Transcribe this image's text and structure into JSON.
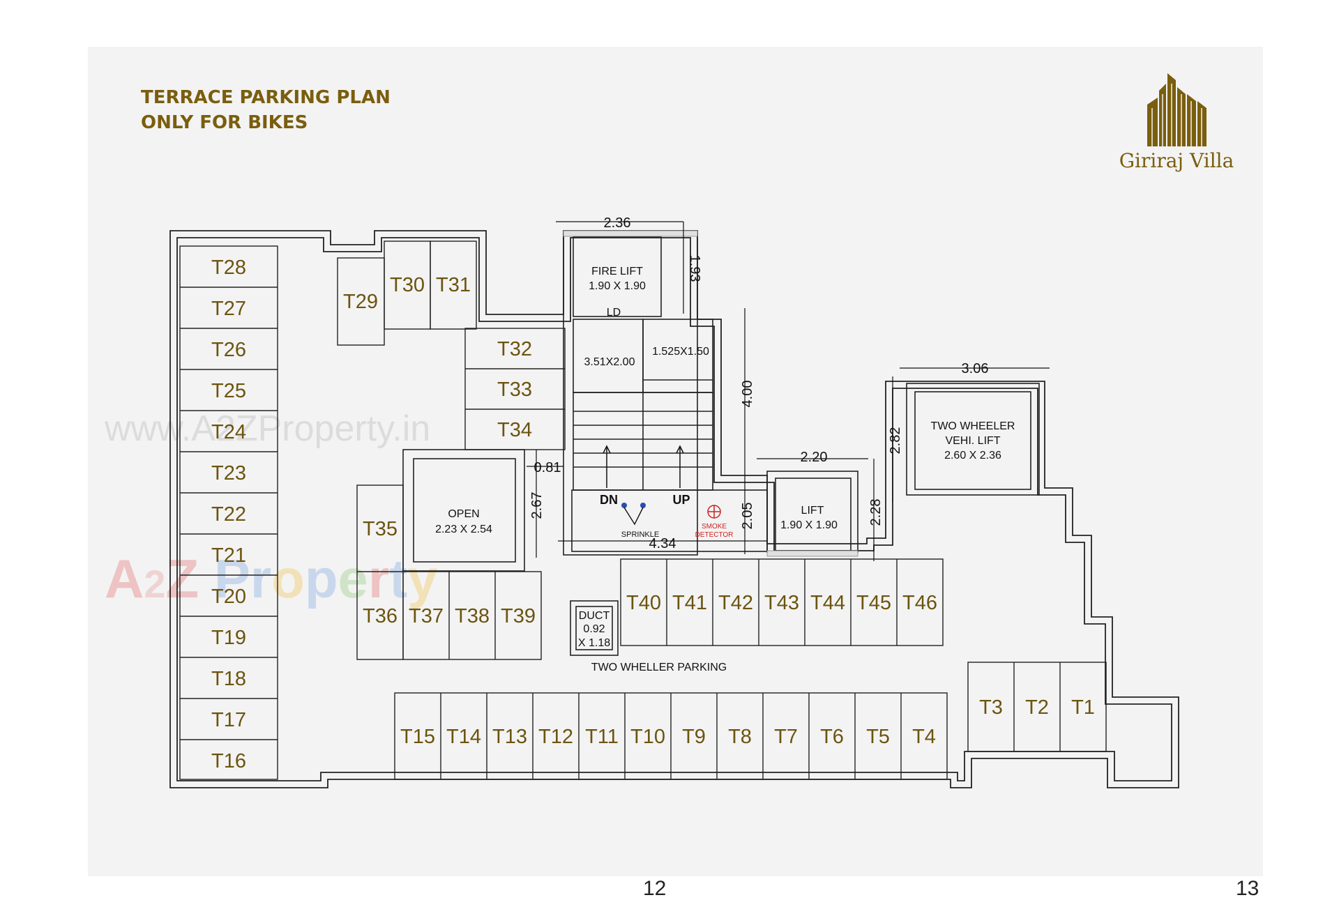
{
  "title": {
    "line1": "TERRACE PARKING PLAN",
    "line2": "ONLY FOR BIKES"
  },
  "brand": {
    "name": "Giriraj Villa",
    "color": "#7a5e0e"
  },
  "watermark": {
    "url": "www.A2ZProperty.in",
    "brand": "A2Z Property"
  },
  "pages": {
    "left": "12",
    "right": "13"
  },
  "slots": {
    "T1": "T1",
    "T2": "T2",
    "T3": "T3",
    "T4": "T4",
    "T5": "T5",
    "T6": "T6",
    "T7": "T7",
    "T8": "T8",
    "T9": "T9",
    "T10": "T10",
    "T11": "T11",
    "T12": "T12",
    "T13": "T13",
    "T14": "T14",
    "T15": "T15",
    "T16": "T16",
    "T17": "T17",
    "T18": "T18",
    "T19": "T19",
    "T20": "T20",
    "T21": "T21",
    "T22": "T22",
    "T23": "T23",
    "T24": "T24",
    "T25": "T25",
    "T26": "T26",
    "T27": "T27",
    "T28": "T28",
    "T29": "T29",
    "T30": "T30",
    "T31": "T31",
    "T32": "T32",
    "T33": "T33",
    "T34": "T34",
    "T35": "T35",
    "T36": "T36",
    "T37": "T37",
    "T38": "T38",
    "T39": "T39",
    "T40": "T40",
    "T41": "T41",
    "T42": "T42",
    "T43": "T43",
    "T44": "T44",
    "T45": "T45",
    "T46": "T46"
  },
  "rooms": {
    "fire_lift": {
      "name": "FIRE LIFT",
      "size": "1.90 X 1.90"
    },
    "ld": "LD",
    "stair_landing": "3.51X2.00",
    "stair_small": "1.525X1.50",
    "open": {
      "name": "OPEN",
      "size": "2.23 X 2.54"
    },
    "lift": {
      "name": "LIFT",
      "size": "1.90 X 1.90"
    },
    "two_wheeler_lift": {
      "line1": "TWO WHEELER",
      "line2": "VEHI. LIFT",
      "size": "2.60 X 2.36"
    },
    "duct": {
      "name": "DUCT",
      "w": "0.92",
      "h": "X 1.18"
    },
    "parking_label": "TWO WHELLER PARKING",
    "dn": "DN",
    "up": "UP",
    "sprinkle": "SPRINKLE",
    "smoke1": "SMOKE",
    "smoke2": "DETECTOR"
  },
  "dimensions": {
    "fire_lift_width": "2.36",
    "fire_lift_depth": "1.93",
    "stair_height": "4.00",
    "two_wheeler_width": "3.06",
    "two_wheeler_depth": "2.82",
    "lift_width": "2.20",
    "lift_depth": "2.28",
    "lobby_height": "2.05",
    "lobby_width": "4.34",
    "gap": "0.81",
    "open_height": "2.67"
  }
}
